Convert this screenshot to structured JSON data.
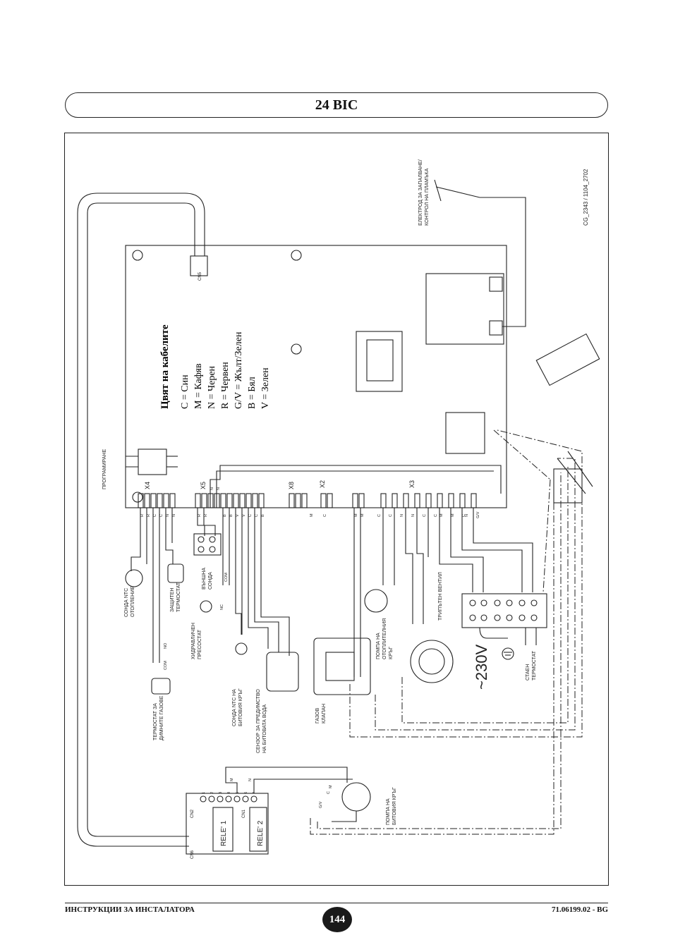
{
  "header": {
    "title": "24 BIC"
  },
  "legend": {
    "title": "Цвят на кабелите",
    "entries": [
      "C = Син",
      "M = Кафяв",
      "N = Черен",
      "R = Червен",
      "G/V = Жълт/Зелен",
      "B = Бял",
      "V = Зелен"
    ]
  },
  "diagram": {
    "code": "CG_2343 / 1104_2702",
    "voltage": "~230V",
    "programming": "ПРОГРАМИРАНЕ",
    "ignition_electrode_line1": "ЕЛЕКТРОД ЗА ЗАПАЛВАНЕ/",
    "ignition_electrode_line2": "КОНТРОЛ НА ПЛАМЪКА",
    "connectors": {
      "x4": "X4",
      "x5": "X5",
      "x8": "X8",
      "x2": "X2",
      "x3": "X3",
      "cn5": "CN5",
      "cn6": "CN6",
      "cn2": "CN2",
      "cn1": "CN1"
    },
    "relays": {
      "rele1": "RELE' 1",
      "rele2": "RELE' 2"
    },
    "components": {
      "ntc_heating": [
        "СОНДА NTC",
        "ОТОПЛЕНИЕ"
      ],
      "safety_thermostat": [
        "ЗАЩИТЕН",
        "ТЕРМОСТАТ"
      ],
      "outdoor_probe": [
        "ВЪНШНА",
        "СОНДА"
      ],
      "hydraulic_switch": [
        "ХИДРАВЛИЧЕН",
        "ПРЕСОСТАТ"
      ],
      "flue_thermostat": [
        "ТЕРМОСТАТ ЗА",
        "ДИМНИТЕ ГАЗОВЕ"
      ],
      "ntc_dhw": [
        "СОНДА NTC НА",
        "БИТОВИЯ КРЪГ"
      ],
      "dhw_priority": [
        "СЕНЗОР ЗА ПРЕДИМСТВО",
        "НА БИТОВАТА ВОДА"
      ],
      "gas_valve": [
        "ГАЗОВ",
        "КЛАПАН"
      ],
      "heating_pump": [
        "ПОМПА НА",
        "ОТОПЛИТЕЛНИЯ",
        "КРЪГ"
      ],
      "three_way_valve": [
        "ТРИПЪТЕН ВЕНТИЛ"
      ],
      "room_thermostat": [
        "СТАЕН",
        "ТЕРМОСТАТ"
      ],
      "dhw_pump": [
        "ПОМПА НА",
        "БИТОВИЯ КРЪГ"
      ]
    },
    "pin_labels": {
      "x4": [
        "R",
        "R",
        "C",
        "C",
        "N",
        "N"
      ],
      "x5": [
        "R",
        "R",
        "N",
        "N"
      ],
      "x5_lower": [
        "B",
        "B",
        "V",
        "V",
        "C",
        "C",
        "B"
      ],
      "x2": [
        "M",
        "C"
      ],
      "x3": [
        "M",
        "M",
        "C",
        "C",
        "N",
        "N",
        "C",
        "C",
        "M",
        "M",
        "C",
        "N",
        "G/V"
      ],
      "terminal_block": [
        "1",
        "2",
        "3",
        "4",
        "5",
        "6",
        "7"
      ],
      "terminal_wires": [
        "M",
        "N"
      ],
      "switch": [
        "NO",
        "COM",
        "NC",
        "COM"
      ],
      "small": [
        "G/V",
        "C",
        "M"
      ]
    }
  }
}
